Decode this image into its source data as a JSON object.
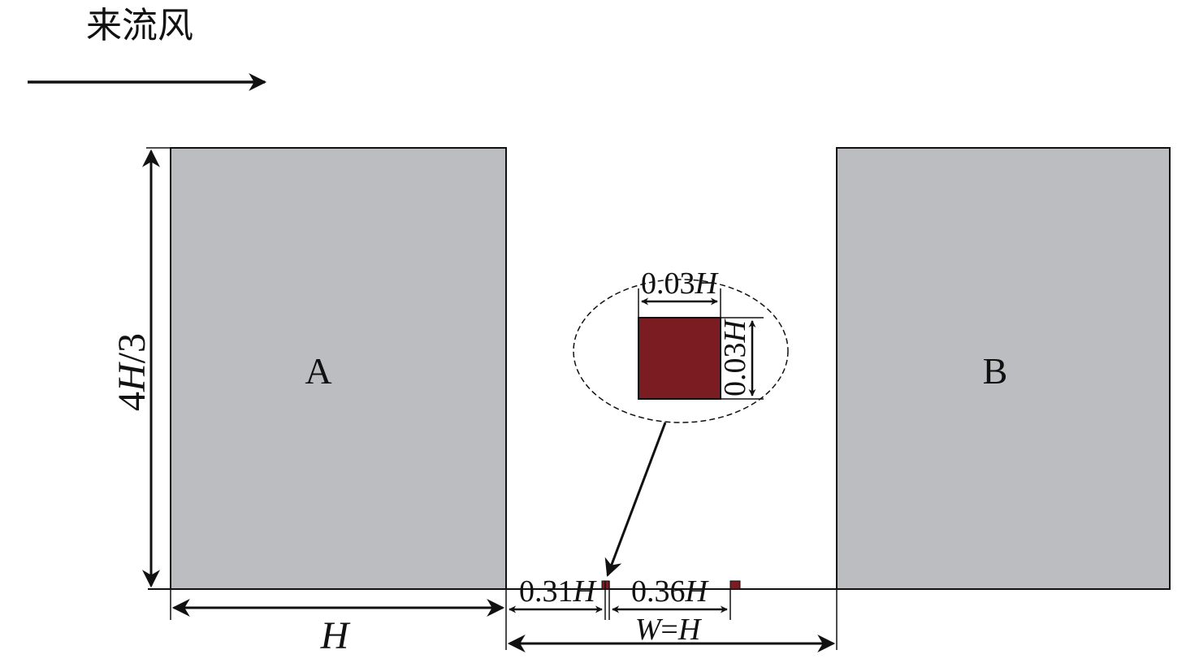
{
  "wind": {
    "label": "来流风"
  },
  "buildings": {
    "a": {
      "label": "A"
    },
    "b": {
      "label": "B"
    }
  },
  "dimensions": {
    "height": {
      "label_main": "4",
      "label_var": "H",
      "label_tail": "/3"
    },
    "width_a": {
      "label": "H"
    },
    "offset_left": {
      "label_num": "0.31",
      "label_var": "H"
    },
    "offset_spacing": {
      "label_num": "0.36",
      "label_var": "H"
    },
    "street_width": {
      "label_w": "W",
      "label_eq": "=",
      "label_h": "H"
    }
  },
  "zoom": {
    "width": {
      "label_num": "0.03",
      "label_var": "H"
    },
    "height": {
      "label_num": "0.03",
      "label_var": "H"
    }
  },
  "colors": {
    "building_fill": "#bcbdc0",
    "block_fill": "#7a1c22",
    "line": "#111111"
  }
}
